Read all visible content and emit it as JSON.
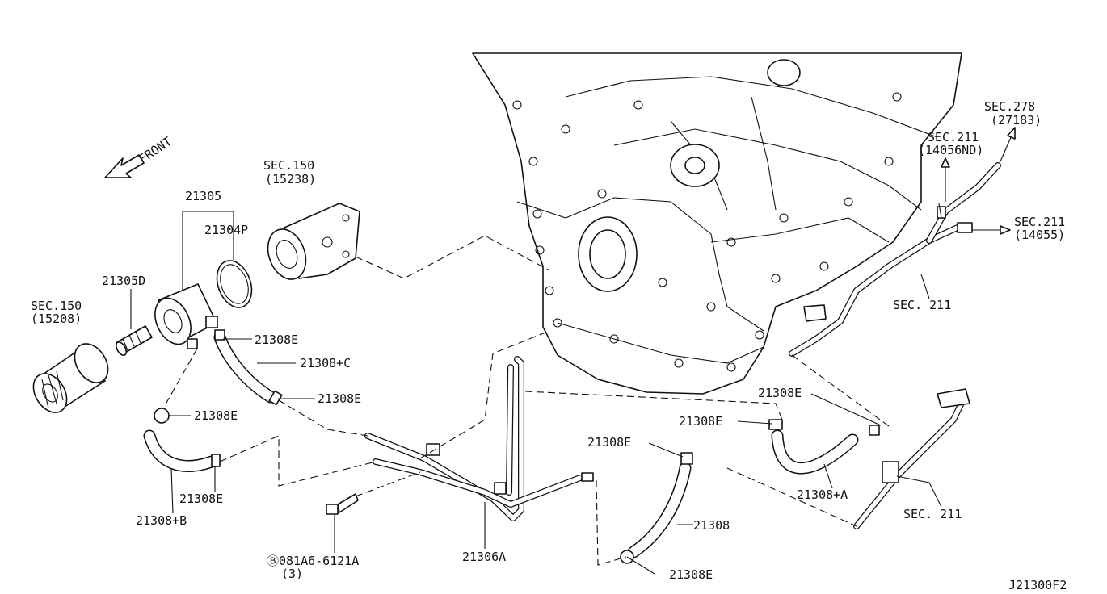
{
  "labels": {
    "front": "FRONT",
    "sec150_top": "SEC.150",
    "p15238": "(15238)",
    "p21305": "21305",
    "p21304p": "21304P",
    "p21305d": "21305D",
    "sec150_left": "SEC.150",
    "p15208": "(15208)",
    "p21308e": "21308E",
    "p21308c": "21308+C",
    "p21308b": "21308+B",
    "bolt": "Ⓑ081A6-6121A",
    "bolt_qty": "(3)",
    "p21306a": "21306A",
    "p21308": "21308",
    "p21308a": "21308+A",
    "sec211_spaced": "SEC. 211",
    "sec211": "SEC.211",
    "p14056nd": "(14056ND)",
    "sec278": "SEC.278",
    "p27183": "(27183)",
    "p14055": "(14055)",
    "code": "J21300F2"
  }
}
